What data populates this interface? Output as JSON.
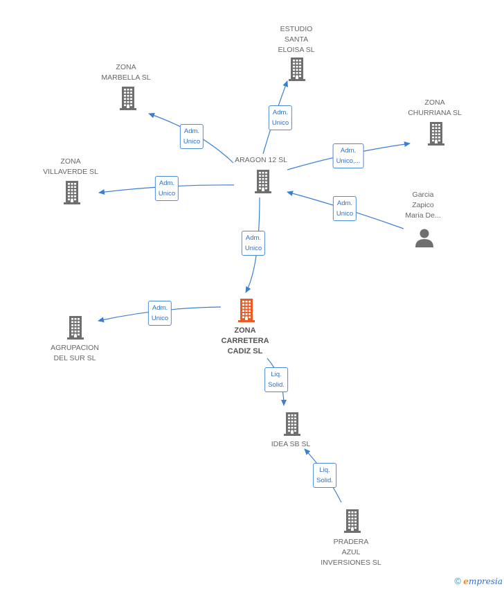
{
  "colors": {
    "edge": "#3a7fd6",
    "node": "#6f6f6f",
    "focus": "#ee5a24",
    "person": "#6f6f6f"
  },
  "nodes": [
    {
      "id": "aragon",
      "label": "ARAGON 12 SL",
      "icon": "building-icon"
    },
    {
      "id": "estudio",
      "label": "ESTUDIO\nSANTA\nELOISA SL",
      "icon": "building-icon"
    },
    {
      "id": "marbella",
      "label": "ZONA\nMARBELLA SL",
      "icon": "building-icon"
    },
    {
      "id": "churriana",
      "label": "ZONA\nCHURRIANA SL",
      "icon": "building-icon"
    },
    {
      "id": "villaverde",
      "label": "ZONA\nVILLAVERDE SL",
      "icon": "building-icon"
    },
    {
      "id": "garcia",
      "label": "Garcia\nZapico\nMaria De...",
      "icon": "person-icon"
    },
    {
      "id": "carretera",
      "label": "ZONA\nCARRETERA\nCADIZ SL",
      "icon": "building-icon",
      "focus": true
    },
    {
      "id": "agrupacion",
      "label": "AGRUPACION\nDEL SUR SL",
      "icon": "building-icon"
    },
    {
      "id": "idea",
      "label": "IDEA SB SL",
      "icon": "building-icon"
    },
    {
      "id": "pradera",
      "label": "PRADERA\nAZUL\nINVERSIONES SL",
      "icon": "building-icon"
    }
  ],
  "edges": [
    {
      "from": "aragon",
      "to": "estudio",
      "label": "Adm.\nUnico"
    },
    {
      "from": "aragon",
      "to": "marbella",
      "label": "Adm.\nUnico"
    },
    {
      "from": "aragon",
      "to": "churriana",
      "label": "Adm.\nUnico,..."
    },
    {
      "from": "aragon",
      "to": "villaverde",
      "label": "Adm.\nUnico"
    },
    {
      "from": "garcia",
      "to": "aragon",
      "label": "Adm.\nUnico"
    },
    {
      "from": "aragon",
      "to": "carretera",
      "label": "Adm.\nUnico"
    },
    {
      "from": "carretera",
      "to": "agrupacion",
      "label": "Adm.\nUnico"
    },
    {
      "from": "carretera",
      "to": "idea",
      "label": "Liq.\nSolid."
    },
    {
      "from": "pradera",
      "to": "idea",
      "label": "Liq.\nSolid."
    }
  ],
  "footer": {
    "copyright": "©",
    "brand_initial": "e",
    "brand_rest": "mpresia"
  }
}
